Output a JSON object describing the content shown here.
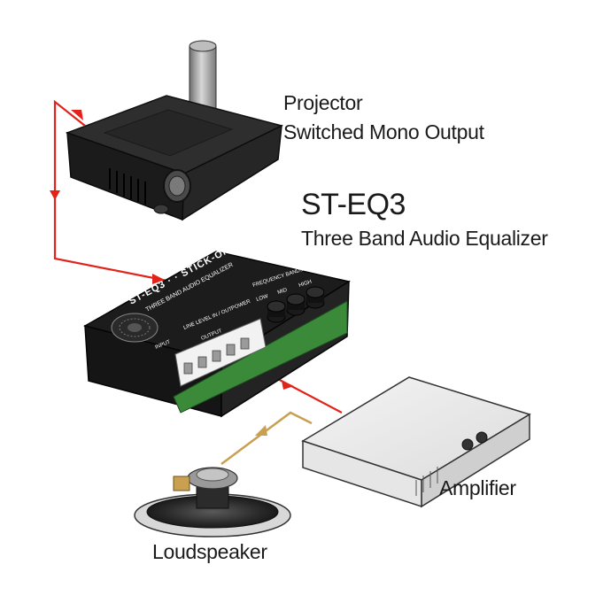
{
  "labels": {
    "projector_title": "Projector",
    "projector_subtitle": "Switched Mono Output",
    "product_model": "ST-EQ3",
    "product_description": "Three Band Audio Equalizer",
    "amplifier": "Amplifier",
    "loudspeaker": "Loudspeaker"
  },
  "device_panel": {
    "name": "ST-EQ3 · · STICK-ON",
    "subtitle": "THREE BAND AUDIO EQUALIZER",
    "line_level": "LINE LEVEL IN / OUT",
    "power": "POWER",
    "frequency_bands": "FREQUENCY BANDS",
    "band_low": "LOW",
    "band_mid": "MID",
    "band_high": "HIGH",
    "input": "INPUT",
    "output": "OUTPUT"
  },
  "colors": {
    "signal_line": "#e2231a",
    "speaker_line": "#c8a050",
    "device_body": "#1c1c1c",
    "circuit_board": "#3a8a3a",
    "terminal": "#f2f2f2",
    "amplifier_body": "#e8e8e8"
  }
}
